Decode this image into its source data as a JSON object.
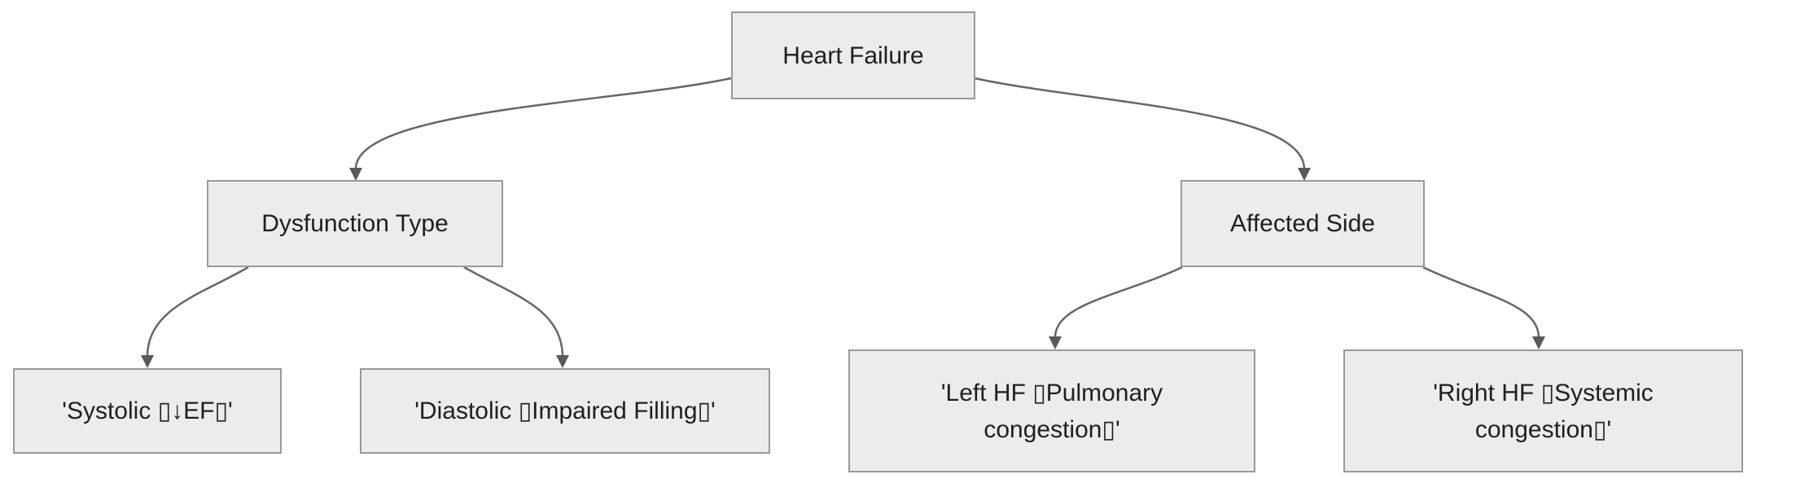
{
  "diagram": {
    "type": "flowchart-tree",
    "colors": {
      "background": "#ffffff",
      "node_fill": "#ececec",
      "node_border": "#999999",
      "edge_color": "#666666",
      "arrow_color": "#595959",
      "text_color": "#1f1f1f"
    },
    "nodes": {
      "root": {
        "label": "Heart Failure"
      },
      "dysfunction_type": {
        "label": "Dysfunction Type"
      },
      "affected_side": {
        "label": "Affected Side"
      },
      "systolic": {
        "label": "'Systolic ▯↓EF▯'"
      },
      "diastolic": {
        "label": "'Diastolic ▯Impaired Filling▯'"
      },
      "left_hf": {
        "label": "'Left HF ▯Pulmonary congestion▯'"
      },
      "right_hf": {
        "label": "'Right HF ▯Systemic congestion▯'"
      }
    },
    "edges": [
      {
        "from": "Heart Failure",
        "to": "Dysfunction Type"
      },
      {
        "from": "Heart Failure",
        "to": "Affected Side"
      },
      {
        "from": "Dysfunction Type",
        "to": "'Systolic ▯↓EF▯'"
      },
      {
        "from": "Dysfunction Type",
        "to": "'Diastolic ▯Impaired Filling▯'"
      },
      {
        "from": "Affected Side",
        "to": "'Left HF ▯Pulmonary congestion▯'"
      },
      {
        "from": "Affected Side",
        "to": "'Right HF ▯Systemic congestion▯'"
      }
    ]
  }
}
